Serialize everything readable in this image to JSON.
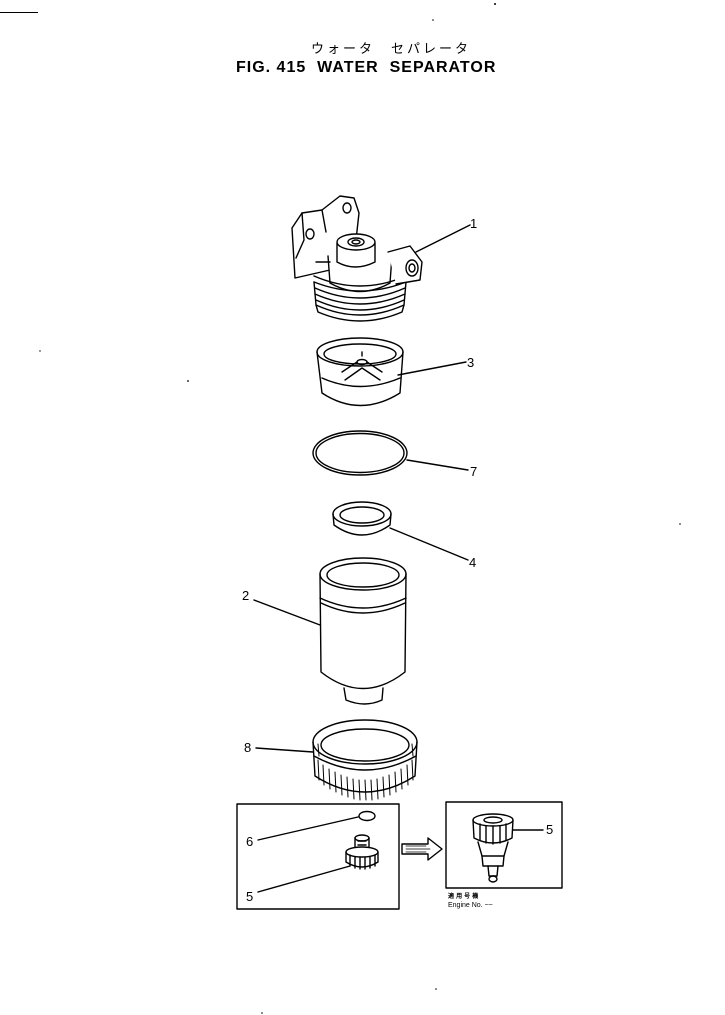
{
  "figure": {
    "title_jp": "ウォータ　セパレータ",
    "title_en": "FIG. 415  WATER  SEPARATOR"
  },
  "callouts": {
    "c1": "1",
    "c2": "2",
    "c3": "3",
    "c4": "4",
    "c5_inset": "5",
    "c5_detail": "5",
    "c6": "6",
    "c7": "7",
    "c8": "8"
  },
  "detail_note": {
    "line1": "適 用 号 機",
    "line2": "Engine No.  ~~"
  }
}
